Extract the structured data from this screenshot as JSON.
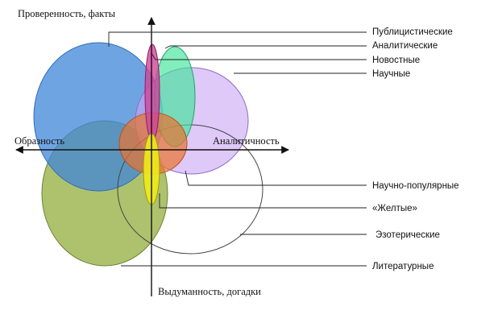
{
  "axes": {
    "top": "Проверенность, факты",
    "bottom": "Выдуманность, догадки",
    "left": "Образность",
    "right": "Аналитичность"
  },
  "categories": [
    {
      "id": "publicist",
      "label": "Публицистические",
      "color": "#d2439a"
    },
    {
      "id": "analytic",
      "label": "Аналитические",
      "color": "#3fe39a"
    },
    {
      "id": "news",
      "label": "Новостные",
      "color": "#3f86d9"
    },
    {
      "id": "science",
      "label": "Научные",
      "color": "#c9a5f4"
    },
    {
      "id": "popsci",
      "label": "Научно-популярные",
      "color": "#e9732f"
    },
    {
      "id": "yellow",
      "label": "«Желтые»",
      "color": "#f0ea1a"
    },
    {
      "id": "esoteric",
      "label": "Эзотерические",
      "color": "#ffffff"
    },
    {
      "id": "literary",
      "label": "Литературные",
      "color": "#93ad3e"
    }
  ]
}
